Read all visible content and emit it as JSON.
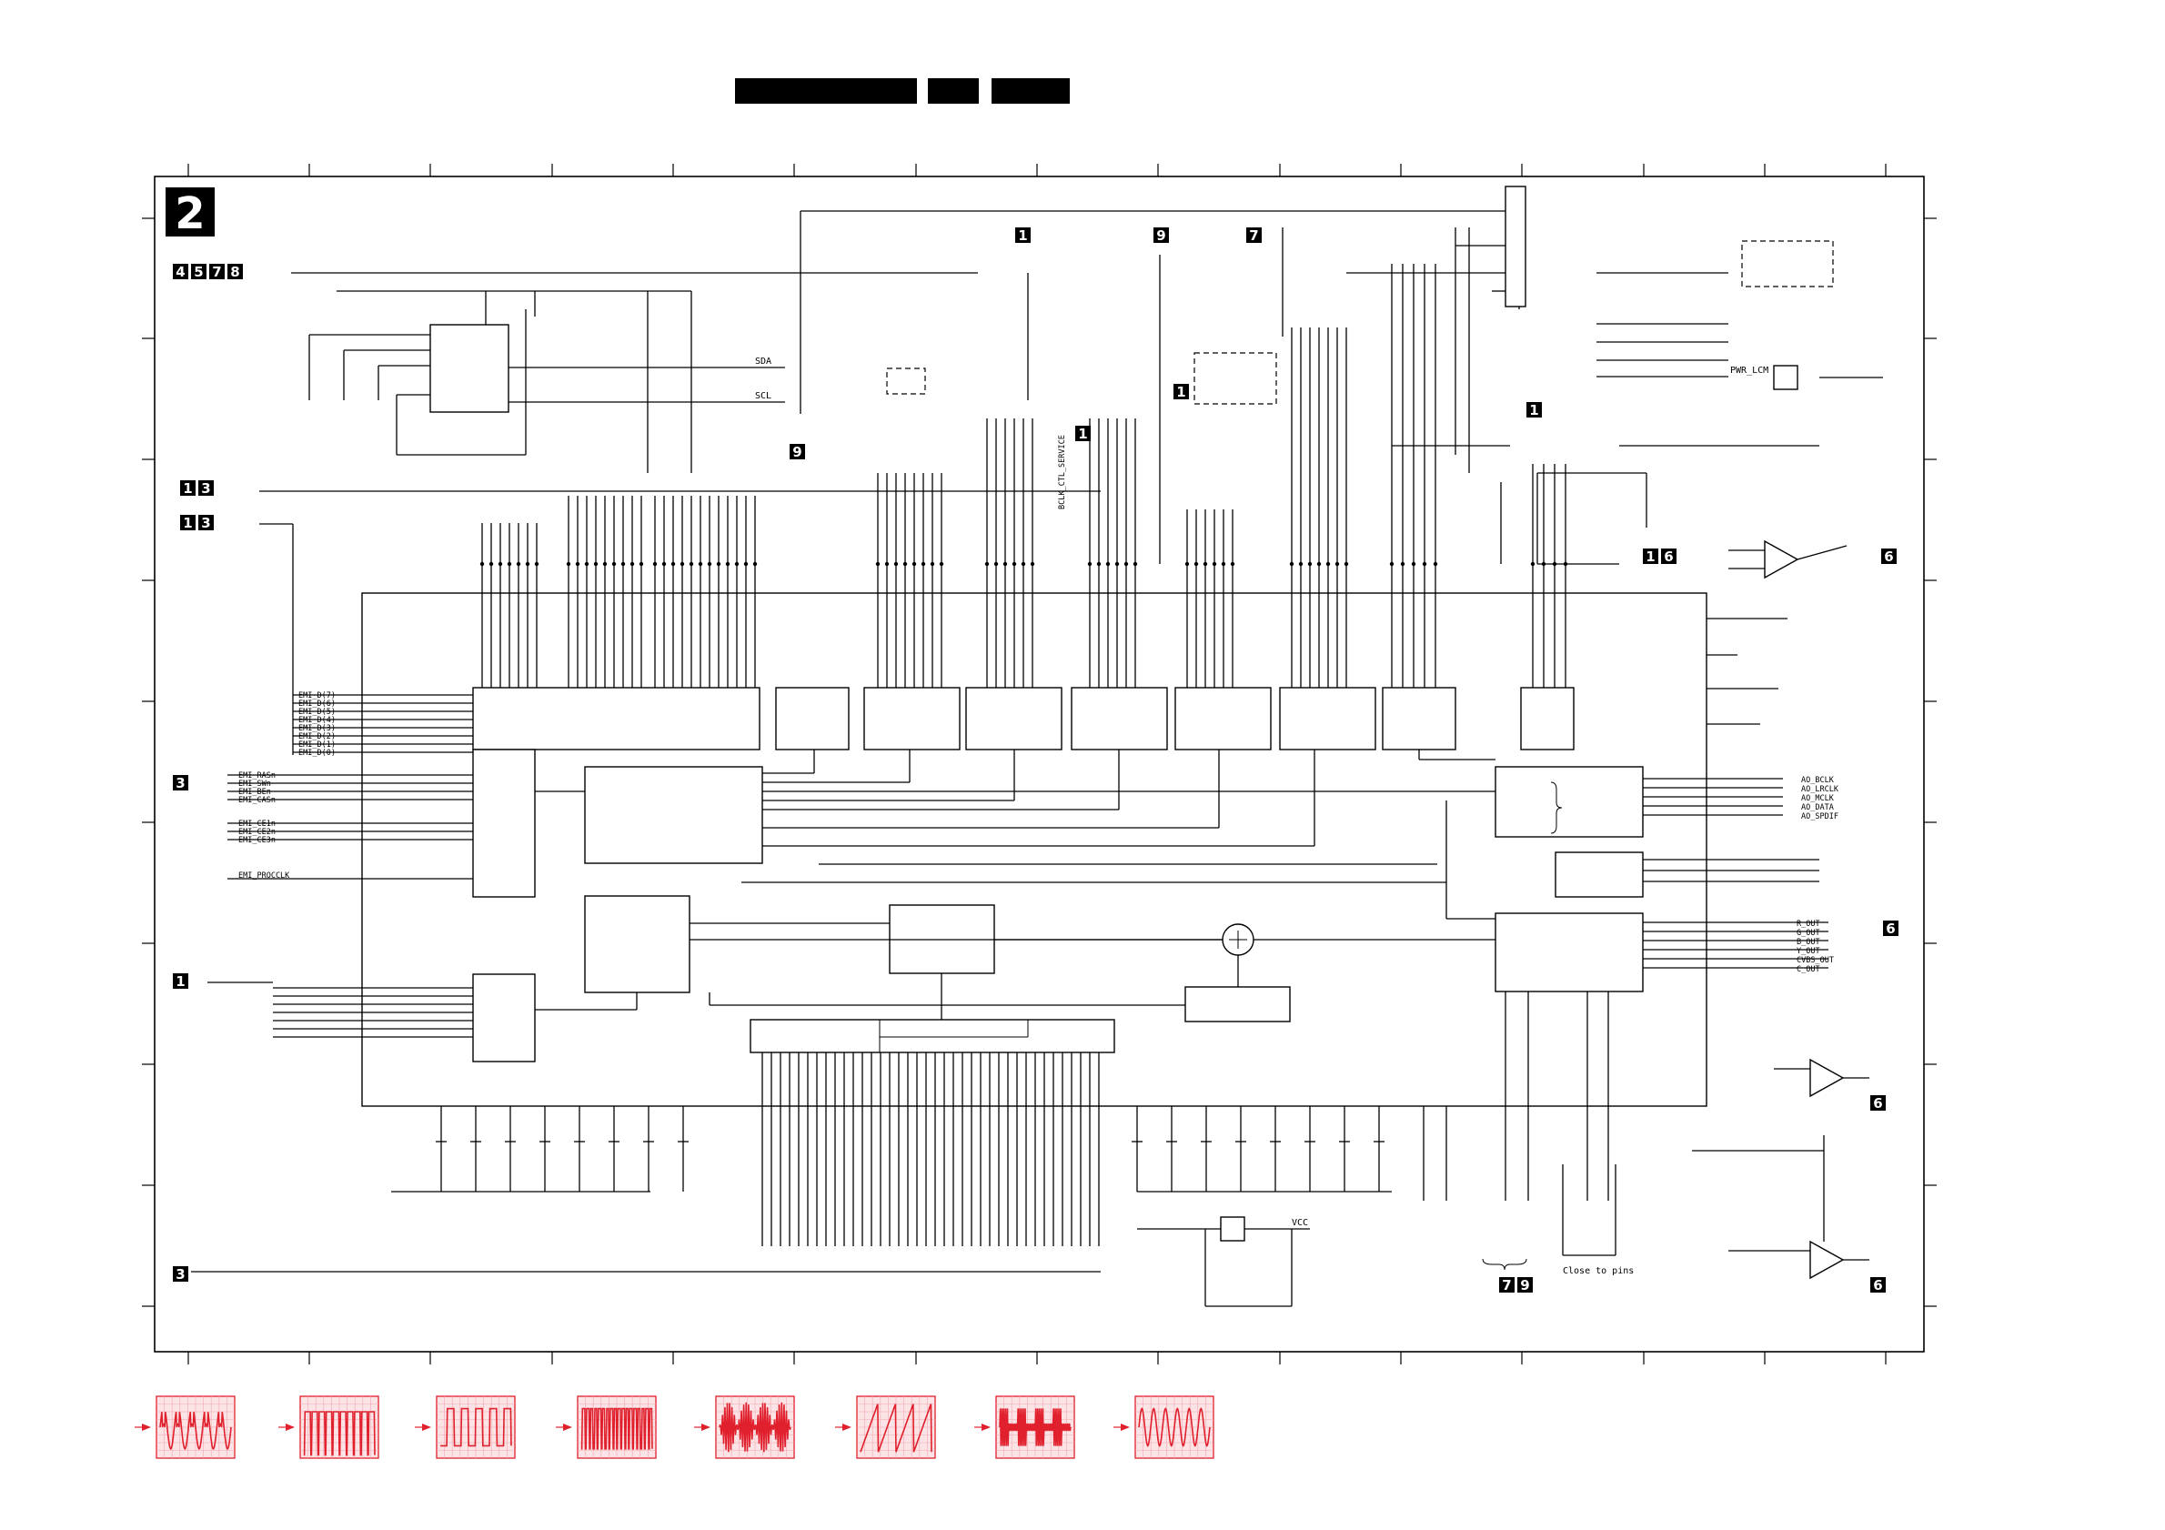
{
  "sheet": {
    "number_badge": "2",
    "header_bar_count": 3
  },
  "tags": [
    {
      "id": "t-4578",
      "digits": [
        "4",
        "5",
        "7",
        "8"
      ]
    },
    {
      "id": "t-13a",
      "digits": [
        "1",
        "3"
      ]
    },
    {
      "id": "t-13b",
      "digits": [
        "1",
        "3"
      ]
    },
    {
      "id": "t-3a",
      "digits": [
        "3"
      ]
    },
    {
      "id": "t-1a",
      "digits": [
        "1"
      ]
    },
    {
      "id": "t-3b",
      "digits": [
        "3"
      ]
    },
    {
      "id": "t-1top",
      "digits": [
        "1"
      ]
    },
    {
      "id": "t-9top",
      "digits": [
        "9"
      ]
    },
    {
      "id": "t-7top",
      "digits": [
        "7"
      ]
    },
    {
      "id": "t-9mid",
      "digits": [
        "9"
      ]
    },
    {
      "id": "t-1mid",
      "digits": [
        "1"
      ]
    },
    {
      "id": "t-1mid2",
      "digits": [
        "1"
      ]
    },
    {
      "id": "t-1right",
      "digits": [
        "1"
      ]
    },
    {
      "id": "t-16",
      "digits": [
        "1",
        "6"
      ]
    },
    {
      "id": "t-6a",
      "digits": [
        "6"
      ]
    },
    {
      "id": "t-6b",
      "digits": [
        "6"
      ]
    },
    {
      "id": "t-6c",
      "digits": [
        "6"
      ]
    },
    {
      "id": "t-6d",
      "digits": [
        "6"
      ]
    },
    {
      "id": "t-79",
      "digits": [
        "7",
        "9"
      ]
    }
  ],
  "labels": {
    "sda": "SDA",
    "scl": "SCL",
    "pwr_lcm": "PWR_LCM",
    "vcc": "VCC",
    "close_to_pins": "Close to pins",
    "emi_proc_clk": "EMI_PROCCLK",
    "bclk": "BCLK_CTL_SERVICE"
  },
  "bus_labels": {
    "emi_data": [
      "EMI_D(7)",
      "EMI_D(6)",
      "EMI_D(5)",
      "EMI_D(4)",
      "EMI_D(3)",
      "EMI_D(2)",
      "EMI_D(1)",
      "EMI_D(0)"
    ],
    "emi_ctrl": [
      "EMI_RASn",
      "EMI_SWn",
      "EMI_BEn",
      "EMI_CASn"
    ],
    "emi_ce": [
      "EMI_CE1n",
      "EMI_CE2n",
      "EMI_CE3n"
    ],
    "audio_out": [
      "AO_BCLK",
      "AO_LRCLK",
      "AO_MCLK",
      "AO_DATA",
      "AO_SPDIF"
    ],
    "video_out": [
      "R_OUT",
      "G_OUT",
      "B_OUT",
      "Y_OUT",
      "CVBS_OUT",
      "C_OUT"
    ]
  },
  "scope_traces": [
    {
      "id": "scope-1",
      "wave": "sine-dip"
    },
    {
      "id": "scope-2",
      "wave": "pulse"
    },
    {
      "id": "scope-3",
      "wave": "square"
    },
    {
      "id": "scope-4",
      "wave": "pulse-dense"
    },
    {
      "id": "scope-5",
      "wave": "burst-fill"
    },
    {
      "id": "scope-6",
      "wave": "sawtooth"
    },
    {
      "id": "scope-7",
      "wave": "burst-blob"
    },
    {
      "id": "scope-8",
      "wave": "sine"
    }
  ],
  "colors": {
    "ink": "#000000",
    "scope_trace": "#e0202c",
    "scope_bg": "#fbe3e6"
  }
}
